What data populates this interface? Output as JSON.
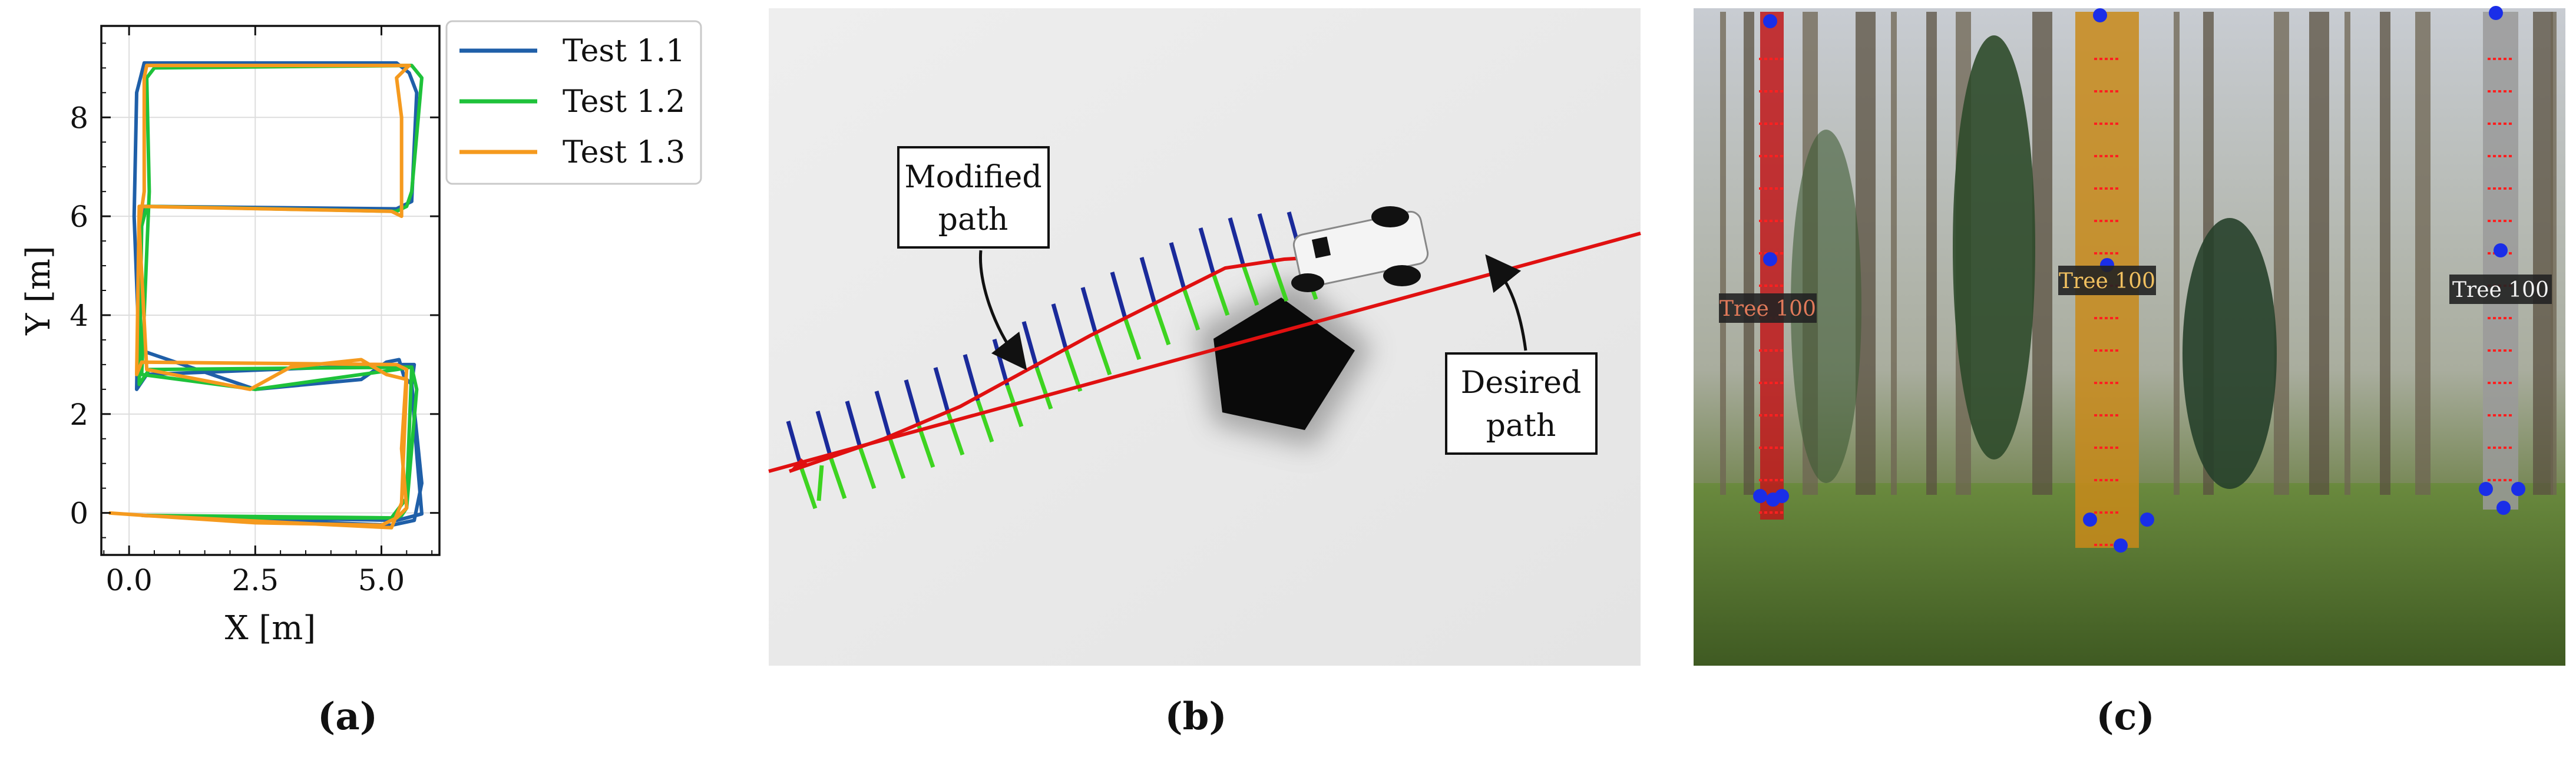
{
  "figure": {
    "panel_labels": [
      "(a)",
      "(b)",
      "(c)"
    ]
  },
  "colors": {
    "test_1_1": "#1f5fa8",
    "test_1_2": "#1ec23a",
    "test_1_3": "#f59a1e",
    "path_red": "#e01010",
    "normal_blue": "#1a2a9a",
    "normal_green": "#3dd420",
    "tree_red": "#c0181a",
    "tree_orange": "#c88a1a",
    "tree_gray": "#9a9a9a",
    "point_blue": "#1a2ee8",
    "point_red": "#ff2020"
  },
  "chart_data": {
    "type": "line",
    "xlabel": "X [m]",
    "ylabel": "Y [m]",
    "xlim": [
      -0.55,
      6.15
    ],
    "ylim": [
      -0.85,
      9.85
    ],
    "xticks": [
      0.0,
      2.5,
      5.0
    ],
    "xtick_labels": [
      "0.0",
      "2.5",
      "5.0"
    ],
    "yticks": [
      0,
      2,
      4,
      6,
      8
    ],
    "ytick_labels": [
      "0",
      "2",
      "4",
      "6",
      "8"
    ],
    "grid": true,
    "legend_position": "outside-top-right",
    "series": [
      {
        "name": "Test 1.1",
        "color_key": "test_1_1",
        "x": [
          0.25,
          2.5,
          5.3,
          5.5,
          5.8,
          5.7,
          5.6,
          5.65,
          5.3,
          0.35,
          0.15,
          0.2,
          0.3,
          5.3,
          5.6,
          5.7,
          5.55,
          5.3,
          0.3,
          0.15,
          0.1,
          0.2,
          2.5,
          4.6,
          5.1,
          5.35,
          5.45,
          5.6,
          5.8,
          5.65,
          5.2,
          0.25
        ],
        "y": [
          -0.05,
          -0.1,
          -0.15,
          -0.1,
          -0.02,
          1.2,
          2.6,
          3.0,
          3.0,
          2.8,
          2.5,
          5.5,
          6.2,
          6.15,
          6.3,
          8.5,
          8.9,
          9.1,
          9.1,
          8.5,
          6.0,
          3.3,
          2.5,
          2.7,
          3.05,
          3.1,
          2.75,
          2.6,
          0.6,
          -0.15,
          -0.25,
          -0.05
        ]
      },
      {
        "name": "Test 1.2",
        "color_key": "test_1_2",
        "x": [
          0.3,
          2.5,
          5.3,
          5.4,
          5.5,
          5.7,
          5.6,
          0.4,
          0.2,
          0.25,
          0.35,
          5.3,
          5.5,
          5.6,
          5.8,
          5.6,
          0.5,
          0.35,
          0.4,
          0.25,
          2.5,
          5.3,
          5.6,
          5.5,
          5.2,
          0.35
        ],
        "y": [
          -0.05,
          -0.1,
          -0.1,
          -0.05,
          0.1,
          2.5,
          2.95,
          2.9,
          2.6,
          5.8,
          6.2,
          6.1,
          6.2,
          6.5,
          8.8,
          9.05,
          9.0,
          8.8,
          6.5,
          2.8,
          2.5,
          2.9,
          2.95,
          0.3,
          -0.1,
          -0.05
        ]
      },
      {
        "name": "Test 1.3",
        "color_key": "test_1_3",
        "x": [
          -0.4,
          0.3,
          2.5,
          5.0,
          5.3,
          5.5,
          5.4,
          5.5,
          5.3,
          0.25,
          0.15,
          0.2,
          5.2,
          5.4,
          5.4,
          5.3,
          5.55,
          0.35,
          0.3,
          0.3,
          0.2,
          0.35,
          2.4,
          3.2,
          4.6,
          5.1,
          5.5,
          5.4,
          5.2,
          0.25
        ],
        "y": [
          0.0,
          -0.05,
          -0.2,
          -0.25,
          -0.1,
          0.1,
          1.3,
          2.9,
          3.0,
          3.05,
          2.8,
          6.2,
          6.1,
          6.0,
          8.0,
          8.8,
          9.05,
          9.05,
          8.8,
          6.5,
          5.8,
          2.9,
          2.5,
          2.95,
          3.1,
          2.8,
          2.7,
          0.2,
          -0.3,
          -0.05
        ]
      }
    ]
  },
  "panel_b": {
    "callout_modified": [
      "Modified",
      "path"
    ],
    "callout_desired": [
      "Desired",
      "path"
    ]
  },
  "panel_c": {
    "tree_labels": [
      "Tree 100",
      "Tree 100",
      "Tree 100"
    ]
  }
}
